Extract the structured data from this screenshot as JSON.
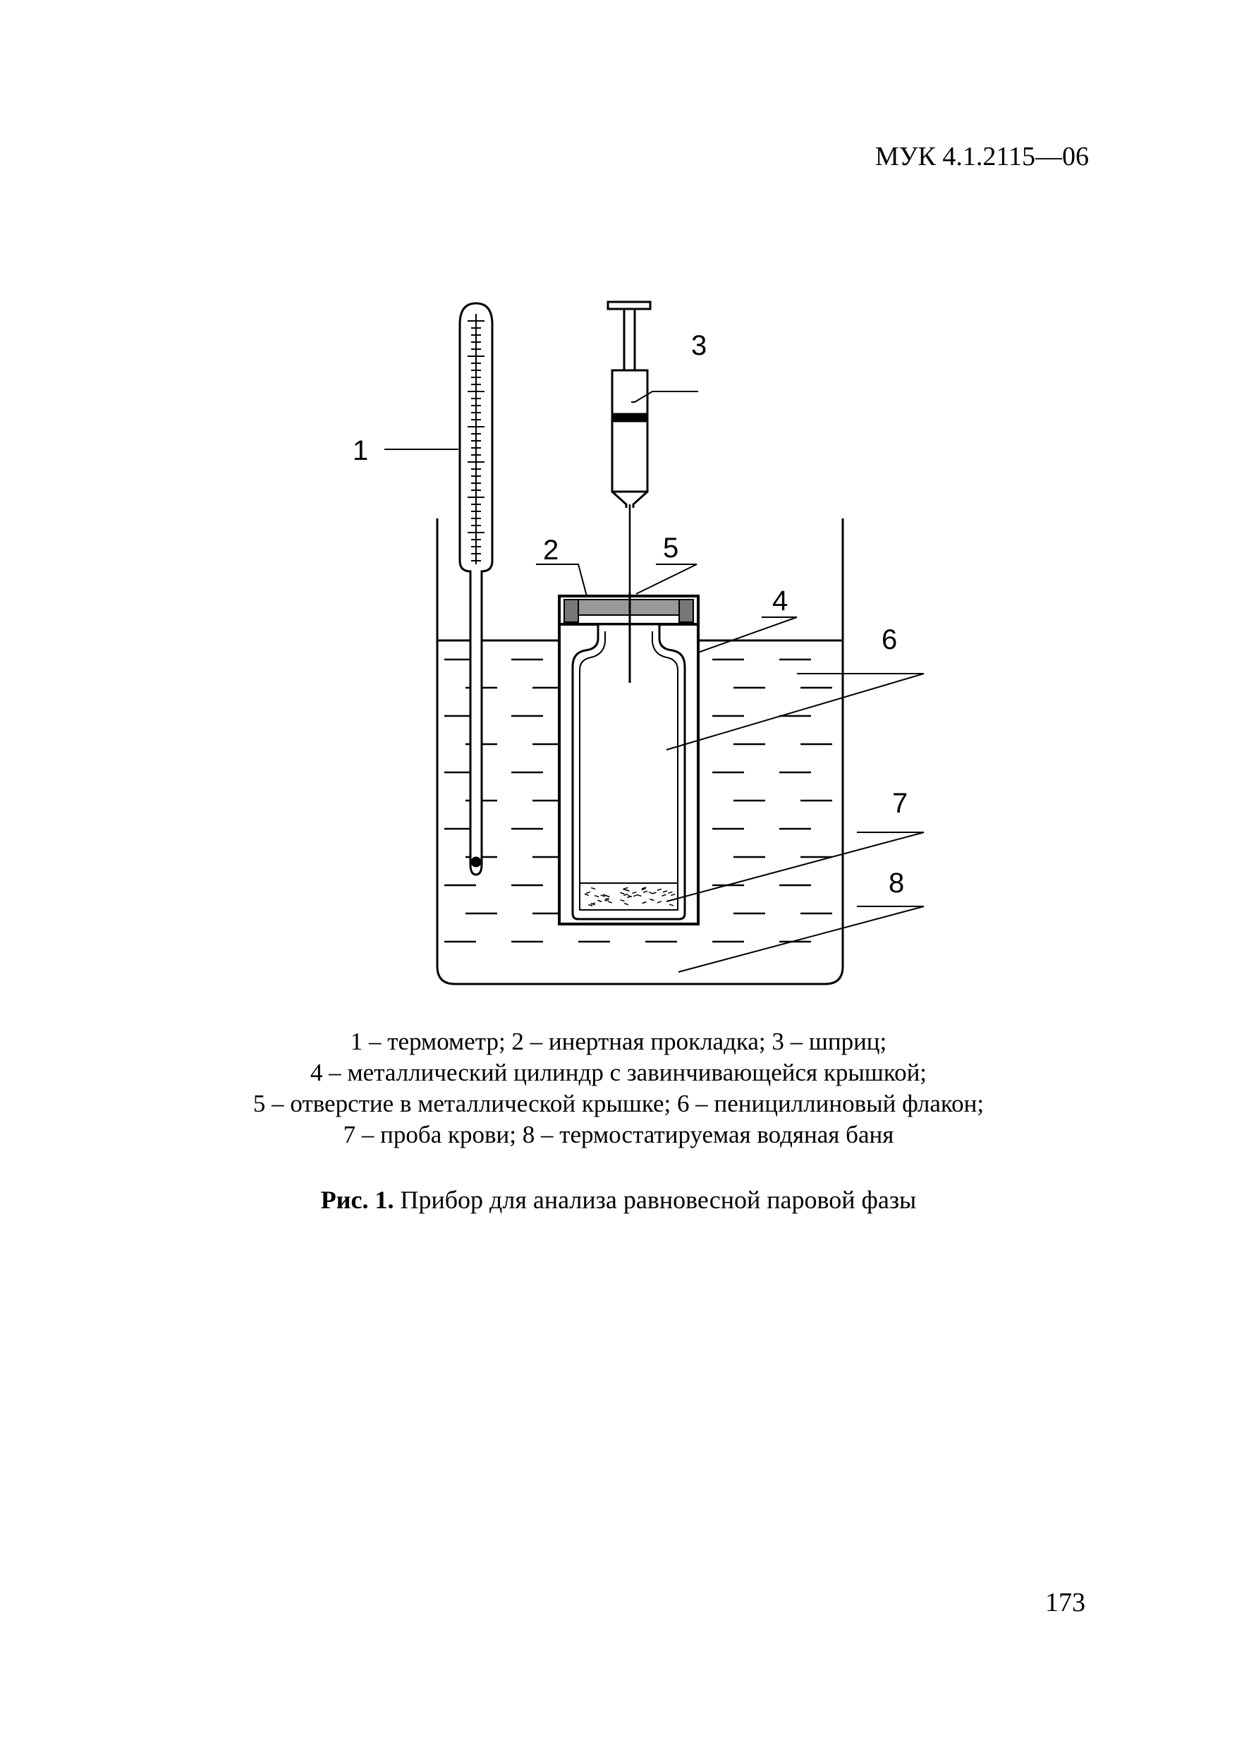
{
  "header": {
    "doc_code": "МУК 4.1.2115—06"
  },
  "figure": {
    "labels": [
      "1",
      "2",
      "3",
      "4",
      "5",
      "6",
      "7",
      "8"
    ]
  },
  "legend": {
    "lines": [
      "1 – термометр; 2 – инертная прокладка; 3 – шприц;",
      "4 – металлический цилиндр с завинчивающейся крышкой;",
      "5 – отверстие в металлической крышке; 6 – пенициллиновый флакон;",
      "7 – проба крови; 8 – термостатируемая водяная баня"
    ]
  },
  "caption": {
    "prefix": "Рис. 1.",
    "text": " Прибор для анализа равновесной паровой фазы"
  },
  "footer": {
    "page_number": "173"
  }
}
